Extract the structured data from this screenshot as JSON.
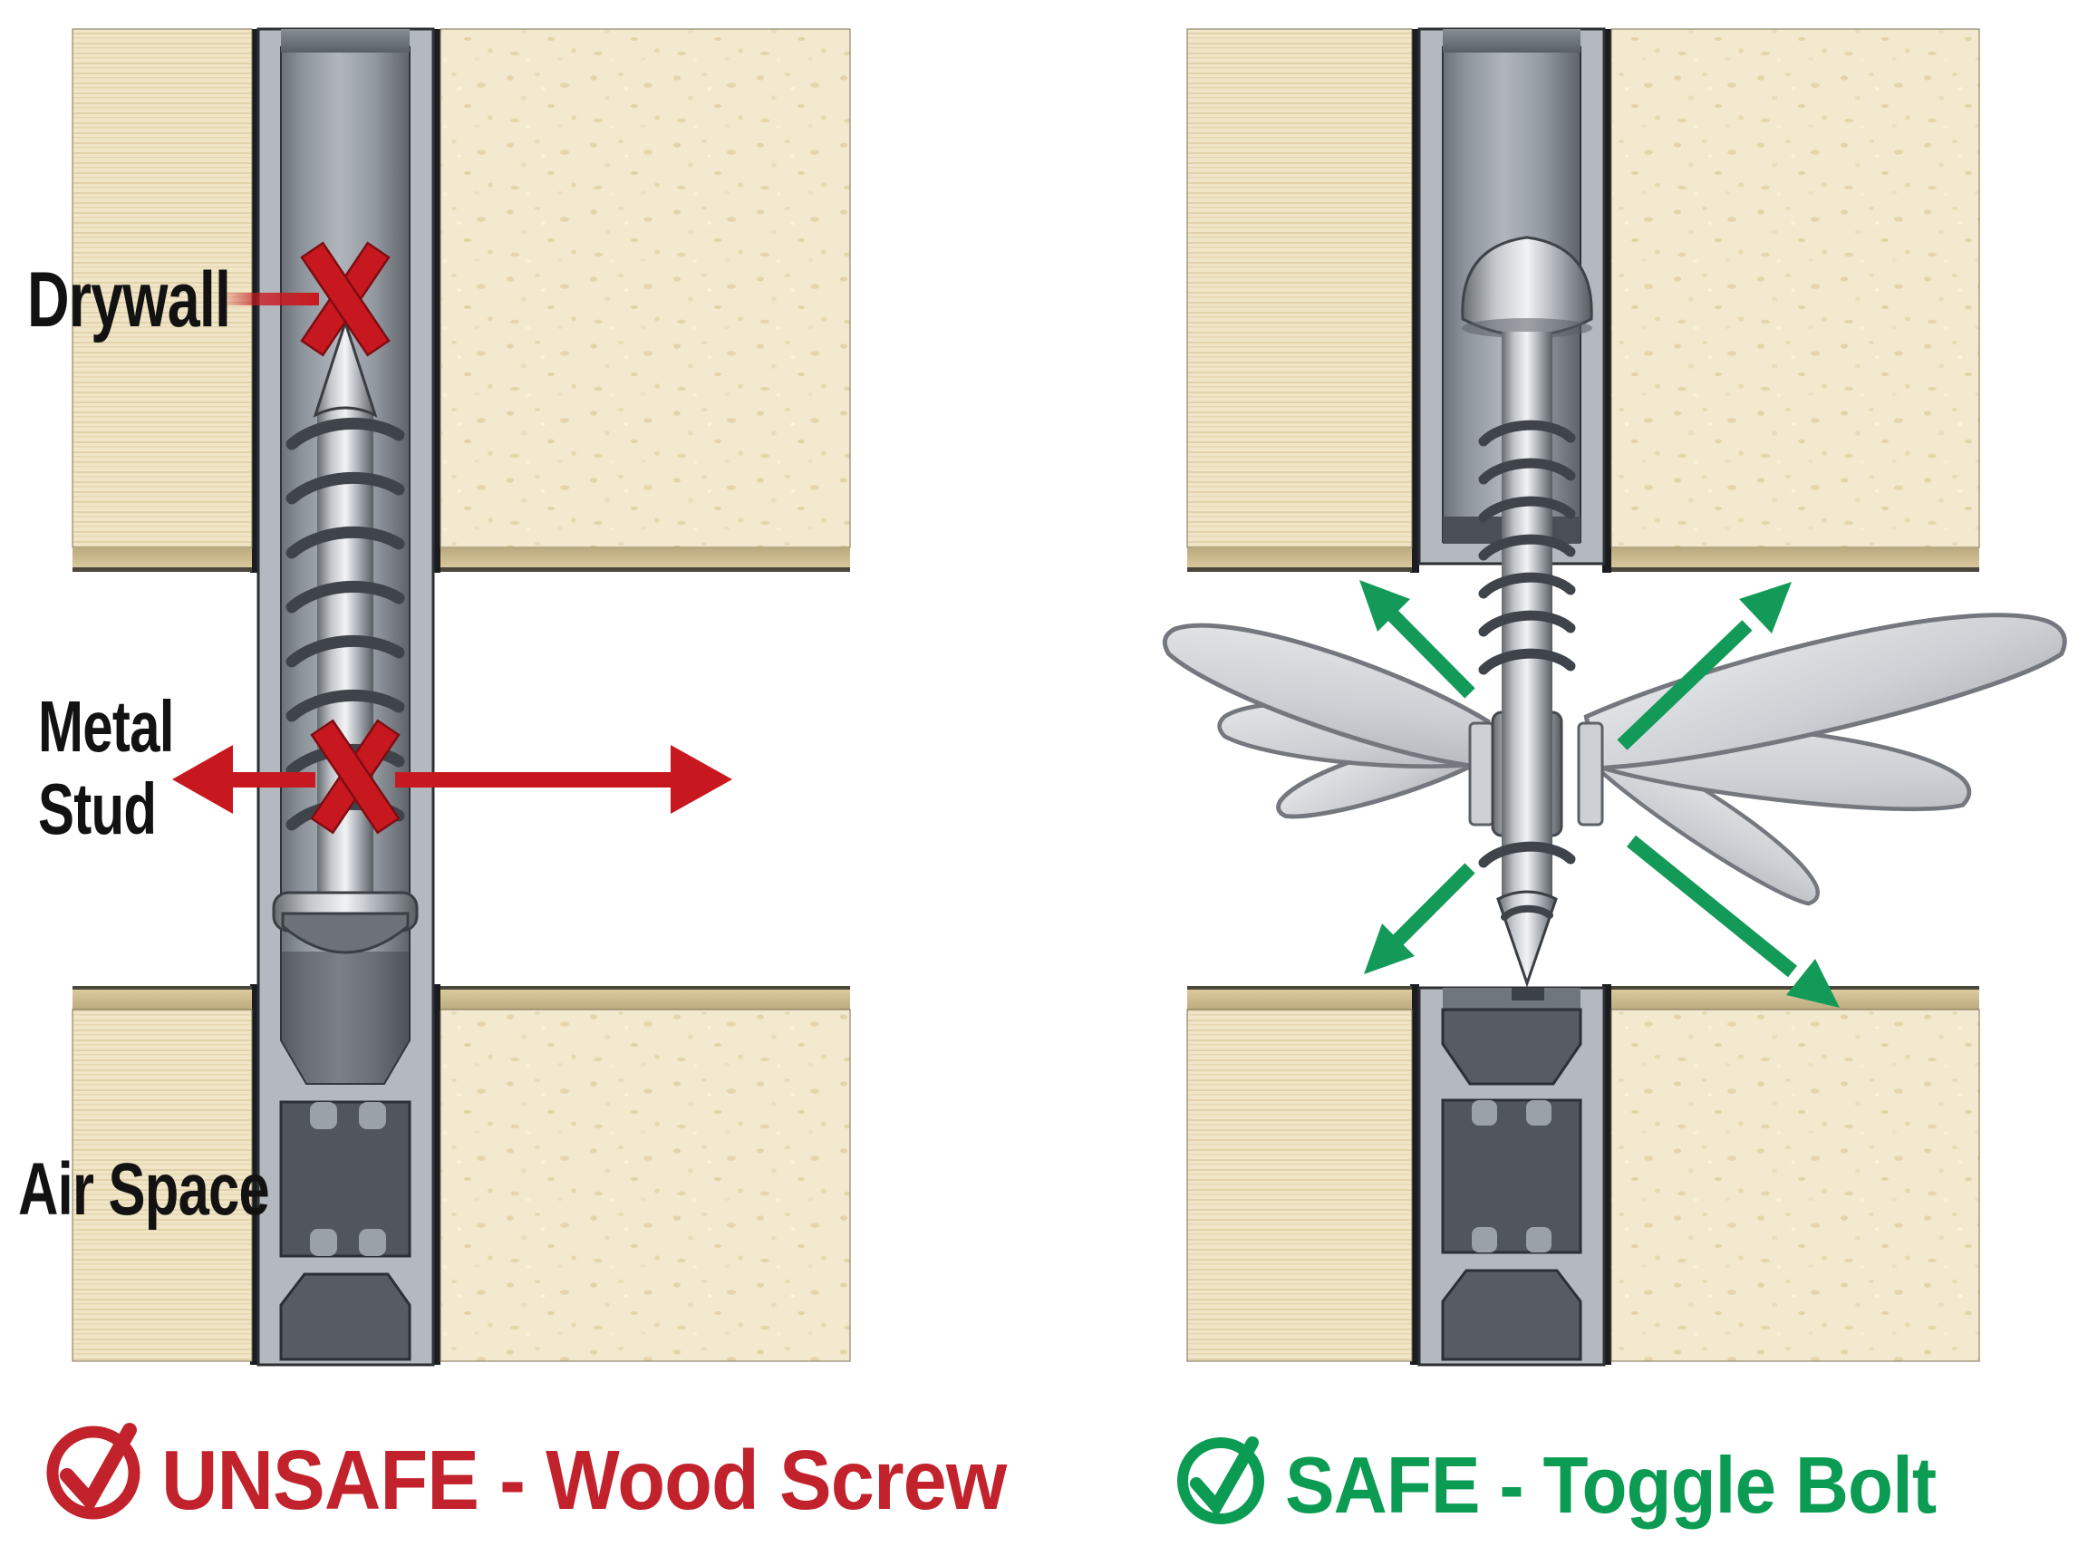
{
  "labels": {
    "drywall": "Drywall",
    "metal_stud_line1": "Metal",
    "metal_stud_line2": "Stud",
    "air_space": "Air Space"
  },
  "captions": {
    "unsafe": {
      "text": "UNSAFE - Wood Screw",
      "color": "#c2222b",
      "icon": "check-circle"
    },
    "safe": {
      "text": "SAFE - Toggle Bolt",
      "color": "#0b9b53",
      "icon": "check-circle"
    }
  },
  "annotations": {
    "left_diagram": {
      "fastener": "wood screw",
      "marks": [
        "x-on-drywall-tip",
        "x-on-stud",
        "pull-out-arrows"
      ]
    },
    "right_diagram": {
      "fastener": "toggle bolt",
      "marks": [
        "expansion-arrows"
      ]
    }
  },
  "colors": {
    "background": "#ffffff",
    "danger_red": "#c8181f",
    "danger_red_dark": "#7e0d12",
    "safe_green": "#149a58",
    "drywall_tan": "#f0e6c7",
    "drywall_edge": "#cdbb8e",
    "stud_gray": "#b4b9bf",
    "stud_interior_dark": "#565c63",
    "metal_silver": "#d9dcdf",
    "label_black": "#121212"
  }
}
